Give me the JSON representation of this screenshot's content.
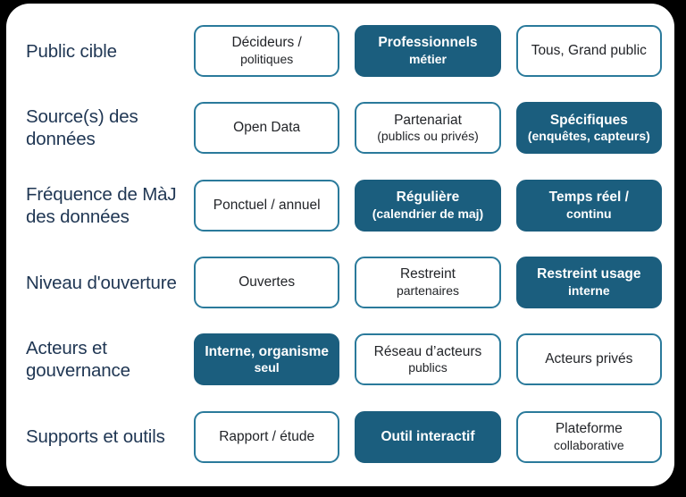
{
  "card": {
    "background_color": "#ffffff",
    "canvas_color": "#000000",
    "accent_fill": "#1b5e7e",
    "accent_border": "#2a7a9b",
    "label_color": "#1f3653"
  },
  "rows": [
    {
      "label": "Public cible",
      "options": [
        {
          "text": "Décideurs /",
          "sub": "politiques",
          "selected": false
        },
        {
          "text": "Professionnels",
          "sub": "métier",
          "selected": true
        },
        {
          "text": "Tous, Grand public",
          "sub": "",
          "selected": false
        }
      ]
    },
    {
      "label": "Source(s) des données",
      "options": [
        {
          "text": "Open Data",
          "sub": "",
          "selected": false
        },
        {
          "text": "Partenariat",
          "sub": "(publics ou privés)",
          "selected": false
        },
        {
          "text": "Spécifiques",
          "sub": "(enquêtes, capteurs)",
          "selected": true
        }
      ]
    },
    {
      "label": "Fréquence de MàJ des données",
      "options": [
        {
          "text": "Ponctuel / annuel",
          "sub": "",
          "selected": false
        },
        {
          "text": "Régulière",
          "sub": "(calendrier de maj)",
          "selected": true
        },
        {
          "text": "Temps réel /",
          "sub": "continu",
          "selected": true
        }
      ]
    },
    {
      "label": "Niveau d'ouverture",
      "options": [
        {
          "text": "Ouvertes",
          "sub": "",
          "selected": false
        },
        {
          "text": "Restreint",
          "sub": "partenaires",
          "selected": false
        },
        {
          "text": "Restreint usage",
          "sub": "interne",
          "selected": true
        }
      ]
    },
    {
      "label": "Acteurs et gouvernance",
      "options": [
        {
          "text": "Interne, organisme",
          "sub": "seul",
          "selected": true
        },
        {
          "text": "Réseau d’acteurs",
          "sub": "publics",
          "selected": false
        },
        {
          "text": "Acteurs privés",
          "sub": "",
          "selected": false
        }
      ]
    },
    {
      "label": "Supports et outils",
      "options": [
        {
          "text": "Rapport / étude",
          "sub": "",
          "selected": false
        },
        {
          "text": "Outil interactif",
          "sub": "",
          "selected": true
        },
        {
          "text": "Plateforme",
          "sub": "collaborative",
          "selected": false
        }
      ]
    }
  ]
}
